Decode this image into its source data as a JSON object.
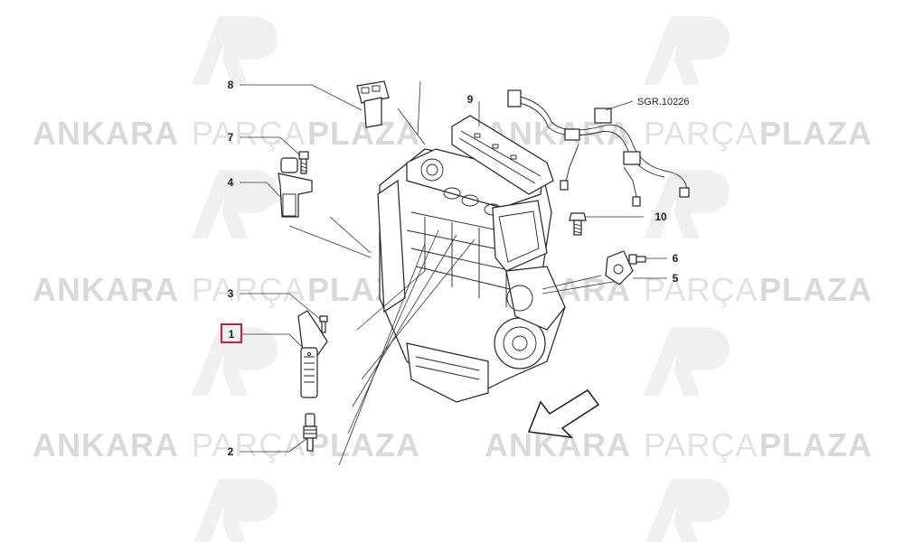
{
  "diagram": {
    "ref_code": "SGR.10226",
    "callouts": [
      {
        "id": "1",
        "label": "1",
        "highlighted": true
      },
      {
        "id": "2",
        "label": "2",
        "highlighted": false
      },
      {
        "id": "3",
        "label": "3",
        "highlighted": false
      },
      {
        "id": "4",
        "label": "4",
        "highlighted": false
      },
      {
        "id": "5",
        "label": "5",
        "highlighted": false
      },
      {
        "id": "6",
        "label": "6",
        "highlighted": false
      },
      {
        "id": "7",
        "label": "7",
        "highlighted": false
      },
      {
        "id": "8",
        "label": "8",
        "highlighted": false
      },
      {
        "id": "9",
        "label": "9",
        "highlighted": false
      },
      {
        "id": "10",
        "label": "10",
        "highlighted": false
      }
    ],
    "highlight_color": "#d21f26"
  },
  "watermark": {
    "word_bold_1": "ANKARA",
    "word_light": "PARÇA",
    "word_bold_2": "PLAZA",
    "logo_icon": "ap-logo-icon",
    "color": "#d9d9d9"
  }
}
